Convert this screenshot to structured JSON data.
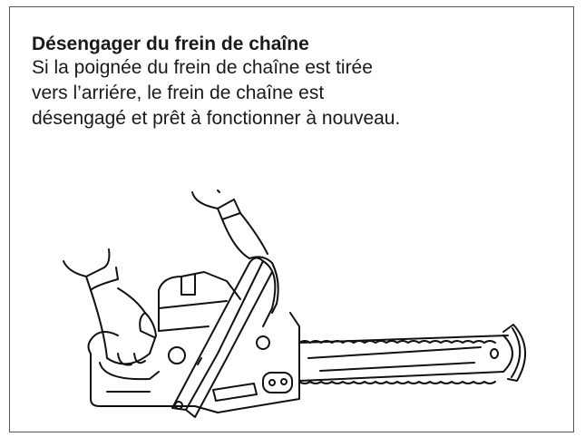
{
  "section": {
    "title": "Désengager du frein de chaîne",
    "body_lines": [
      "Si la poignée du frein de chaîne est tirée",
      "vers l’arriére, le frein de chaîne est",
      "désengagé et prêt à fonctionner à nouveau."
    ]
  },
  "illustration": {
    "description": "Two gloved hands holding a chainsaw; the chain brake handle is pulled back toward the rear handle"
  }
}
